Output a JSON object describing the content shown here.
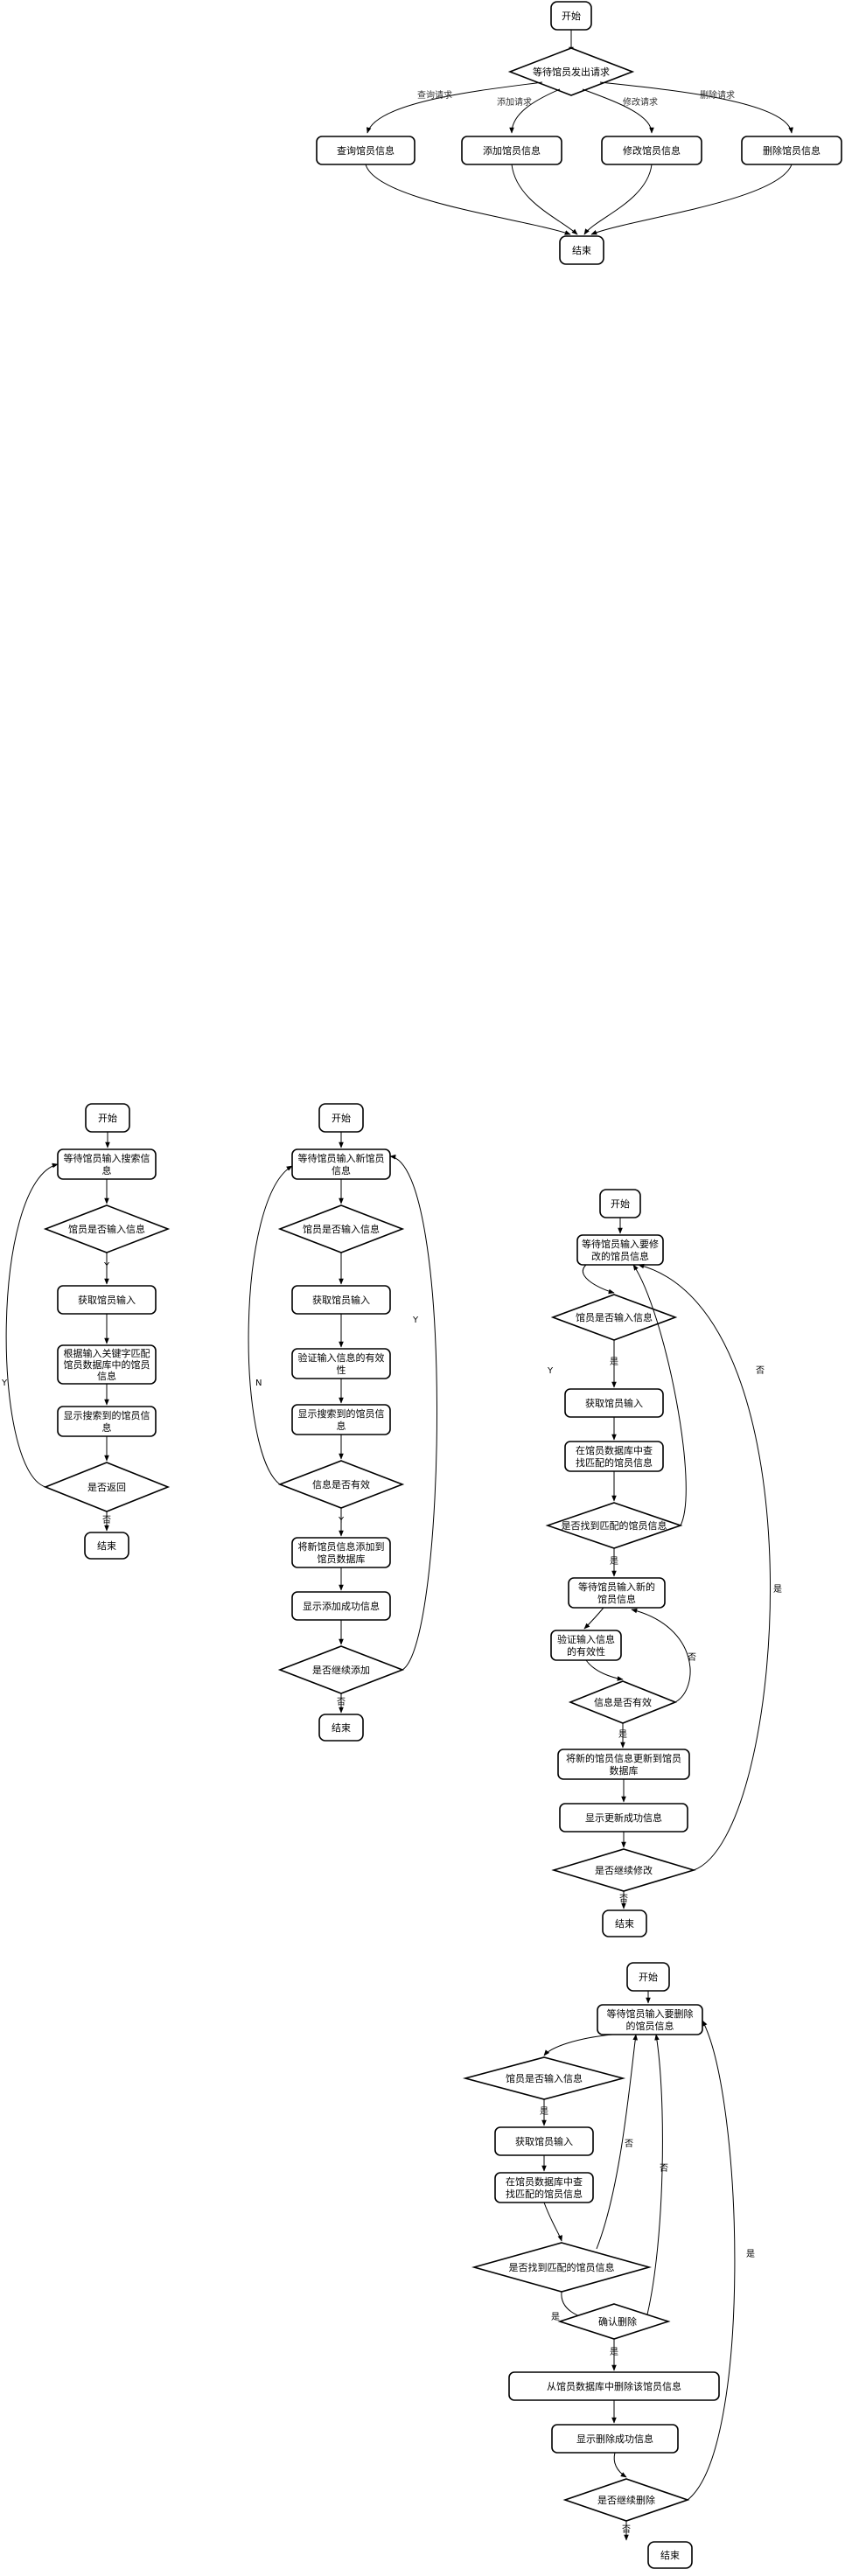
{
  "flow_overview": {
    "start": "开始",
    "wait": "等待馆员发出请求",
    "query_req": "查询请求",
    "add_req": "添加请求",
    "modify_req": "修改请求",
    "delete_req": "删除请求",
    "query": "查询馆员信息",
    "add": "添加馆员信息",
    "modify": "修改馆员信息",
    "delete": "删除馆员信息",
    "end": "结束"
  },
  "flow_query": {
    "start": "开始",
    "wait1": "等待馆员输入搜索信",
    "wait2": "息",
    "input_q": "馆员是否输入信息",
    "get": "获取馆员输入",
    "search1": "根据输入关键字匹配",
    "search2": "馆员数据库中的馆员",
    "search3": "信息",
    "show1": "显示搜索到的馆员信",
    "show2": "息",
    "ret": "是否返回",
    "yes": "Y",
    "loop": "Y",
    "no": "否",
    "end": "结束"
  },
  "flow_add": {
    "start": "开始",
    "wait1": "等待馆员输入新馆员",
    "wait2": "信息",
    "input_q": "馆员是否输入信息",
    "get": "获取馆员输入",
    "verify1": "验证输入信息的有效",
    "verify2": "性",
    "show1": "显示搜索到的馆员信",
    "show2": "息",
    "valid_q": "信息是否有效",
    "valid_yes": "Y",
    "invalid": "N",
    "save1": "将新馆员信息添加到",
    "save2": "馆员数据库",
    "done": "显示添加成功信息",
    "cont": "是否继续添加",
    "cont_yes": "Y",
    "no": "否",
    "end": "结束"
  },
  "flow_modify": {
    "start": "开始",
    "wait1": "等待馆员输入要修",
    "wait2": "改的馆员信息",
    "input_q": "馆员是否输入信息",
    "input_yes": "是",
    "input_no": "Y",
    "get": "获取馆员输入",
    "find1": "在馆员数据库中查",
    "find2": "找匹配的馆员信息",
    "found_q": "是否找到匹配的馆员信息",
    "found_yes": "是",
    "found_no": "否",
    "newinfo1": "等待馆员输入新的",
    "newinfo2": "馆员信息",
    "verify1": "验证输入信息",
    "verify2": "的有效性",
    "valid_q": "信息是否有效",
    "valid_yes": "是",
    "valid_no": "否",
    "update1": "将新的馆员信息更新到馆员",
    "update2": "数据库",
    "done": "显示更新成功信息",
    "cont": "是否继续修改",
    "cont_yes": "是",
    "cont_no": "否",
    "end": "结束"
  },
  "flow_delete": {
    "start": "开始",
    "wait1": "等待馆员输入要删除",
    "wait2": "的馆员信息",
    "input_q": "馆员是否输入信息",
    "input_yes": "是",
    "get": "获取馆员输入",
    "find1": "在馆员数据库中查",
    "find2": "找匹配的馆员信息",
    "found_q": "是否找到匹配的馆员信息",
    "found_yes": "是",
    "found_no": "否",
    "confirm": "确认删除",
    "confirm_yes": "是",
    "confirm_no": "否",
    "remove": "从馆员数据库中删除该馆员信息",
    "done": "显示删除成功信息",
    "cont": "是否继续删除",
    "cont_yes": "是",
    "cont_no": "否",
    "end": "结束"
  }
}
